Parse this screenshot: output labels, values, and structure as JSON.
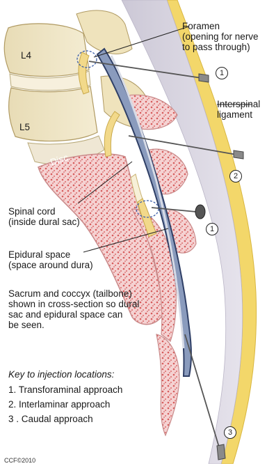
{
  "labels": {
    "foramen": "Foramen\n(opening for nerve\nto pass through)",
    "interspinal": "Interspinal\nligament",
    "l4": "L4",
    "l5": "L5",
    "disc": "Disc",
    "spinal_cord": "Spinal cord\n(inside dural sac)",
    "epidural": "Epidural space\n(space around dura)",
    "sacrum_note": "Sacrum and coccyx (tailbone)\nshown in cross-section so dural\nsac and epidural space can\nbe seen."
  },
  "key": {
    "title": "Key to injection locations:",
    "items": [
      "1.  Transforaminal approach",
      "2.  Interlaminar approach",
      "3 . Caudal approach"
    ]
  },
  "markers": {
    "needle1_top": "1",
    "needle2": "2",
    "needle1_mid": "1",
    "needle3": "3"
  },
  "credit": "CCF©2010",
  "colors": {
    "bone_outline": "#c98a8a",
    "bone_fill": "#f2c9c9",
    "marrow": "#d86a6a",
    "vertebra_body": "#eee1b8",
    "ligament": "#d6d2dc",
    "dura": "#3b4f7a",
    "nerve": "#f2d98a",
    "skin_yellow": "#f0d25c"
  }
}
